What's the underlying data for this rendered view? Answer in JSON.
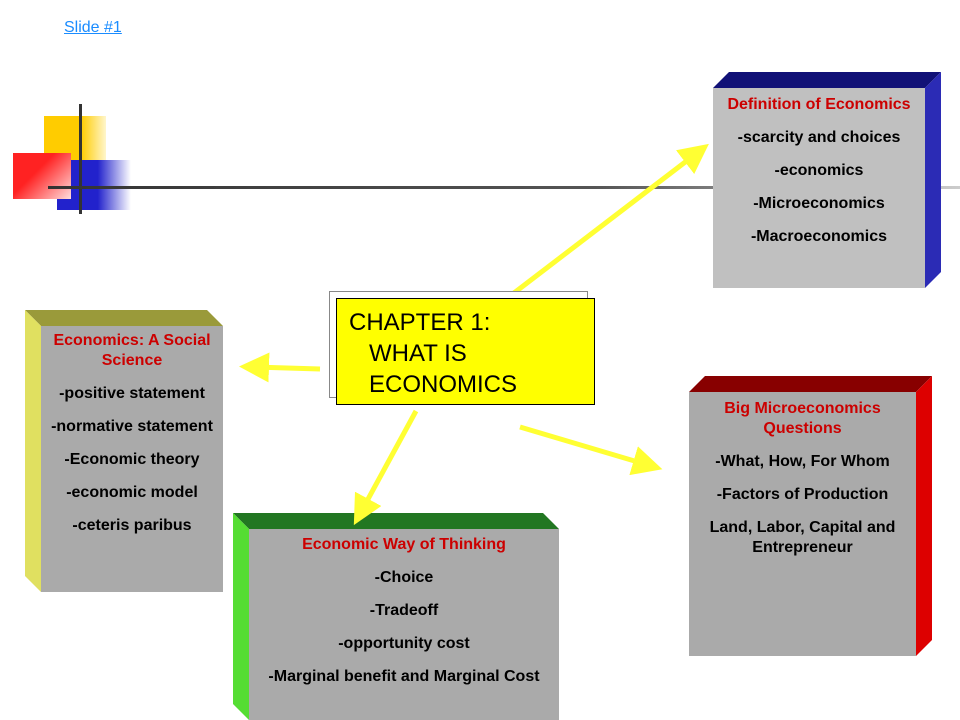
{
  "slide_link": "Slide #1",
  "center": {
    "line1": "CHAPTER 1:",
    "line2": "WHAT IS",
    "line3": "ECONOMICS"
  },
  "boxes": {
    "definition": {
      "title": "Definition of Economics",
      "items": [
        "-scarcity and choices",
        "-economics",
        "-Microeconomics",
        "-Macroeconomics"
      ],
      "side_color": "#2b2bb5"
    },
    "social": {
      "title": "Economics: A Social Science",
      "items": [
        "-positive statement",
        "-normative statement",
        "-Economic theory",
        "-economic model",
        "-ceteris paribus"
      ],
      "side_color": "#e0e060"
    },
    "thinking": {
      "title": "Economic Way of Thinking",
      "items": [
        "-Choice",
        "-Tradeoff",
        "-opportunity cost",
        "-Marginal benefit and Marginal Cost"
      ],
      "side_color": "#55dd33"
    },
    "micro": {
      "title": "Big Microeconomics Questions",
      "items": [
        "-What, How, For Whom",
        "-Factors of Production",
        "Land, Labor, Capital and Entrepreneur"
      ],
      "side_color": "#dd0000"
    }
  },
  "colors": {
    "arrow": "#ffff33",
    "title_text": "#cc0000",
    "box_face": "#aaaaaa",
    "center_fill": "#ffff00"
  }
}
